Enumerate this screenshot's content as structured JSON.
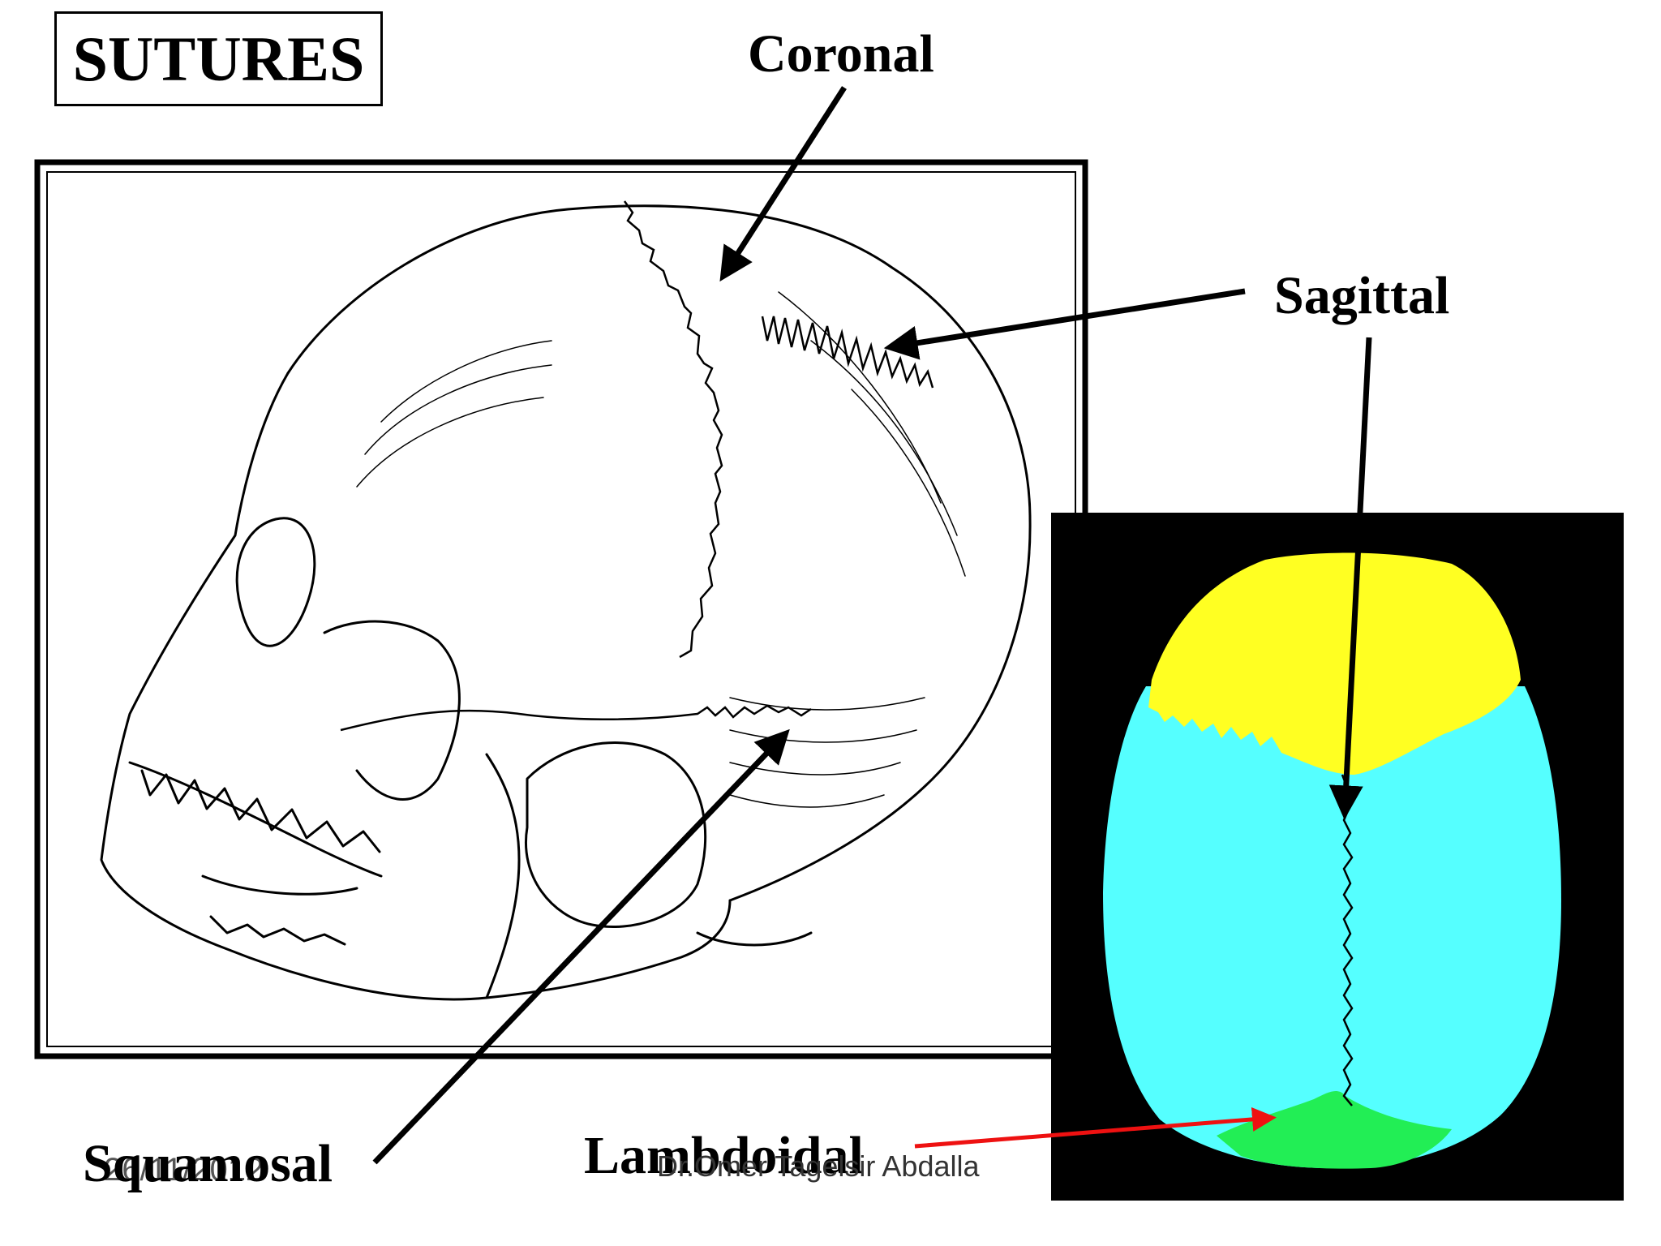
{
  "title": "SUTURES",
  "labels": {
    "coronal": "Coronal",
    "sagittal": "Sagittal",
    "squamosal": "Squamosal",
    "lambdoidal": "Lambdoidal"
  },
  "footer": {
    "date": "26/11/2012",
    "author": "Dr.Omer Tagelsir Abdalla"
  },
  "colors": {
    "frontal_bone": "#ffff22",
    "parietal_bones": "#55ffff",
    "occipital_bone": "#22ee55",
    "panel_background": "#000000",
    "lambdoidal_arrow": "#ee1111"
  }
}
